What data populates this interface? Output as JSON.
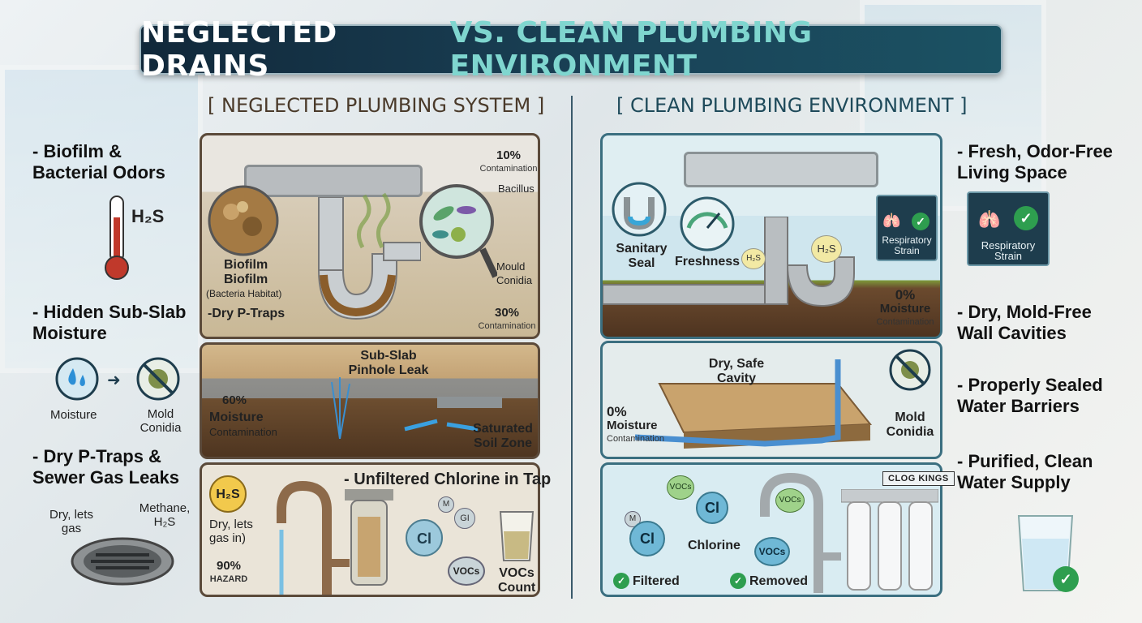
{
  "title": {
    "part1": "NEGLECTED DRAINS",
    "part2": "VS. CLEAN PLUMBING ENVIRONMENT"
  },
  "left": {
    "header": "[ NEGLECTED PLUMBING SYSTEM ]",
    "side": {
      "item1": "- Biofilm & Bacterial Odors",
      "h2s": "H₂S",
      "item2": "- Hidden Sub-Slab Moisture",
      "moisture": "Moisture",
      "mold": "Mold Conidia",
      "item3": "- Dry P-Traps & Sewer Gas Leaks",
      "dry": "Dry, lets gas",
      "methane": "Methane, H₂S"
    },
    "panel1": {
      "dial_top_value": "10%",
      "dial_top_label": "Contamination",
      "bacillus": "Bacillus",
      "biofilm1": "Biofilm",
      "biofilm2": "Biofilm",
      "habitat": "(Bacteria Habitat)",
      "dry_ptraps": "-Dry P-Traps",
      "mould": "Mould Conidia",
      "dial_bottom_value": "30%",
      "dial_bottom_label": "Contamination"
    },
    "panel2": {
      "leak": "Sub-Slab Pinhole Leak",
      "dial_value": "60%",
      "moisture": "Moisture",
      "contamination": "Contamination",
      "soil": "Saturated Soil Zone"
    },
    "panel3": {
      "header": "- Unfiltered Chlorine in Tap",
      "h2s": "H₂S",
      "dry": "Dry, lets gas in)",
      "cl": "Cl",
      "gi": "GI",
      "m": "M",
      "vocs": "VOCs",
      "vocs_count": "VOCs Count",
      "hazard_value": "90%",
      "hazard_label": "HAZARD"
    }
  },
  "right": {
    "header": "[ CLEAN PLUMBING ENVIRONMENT ]",
    "side": {
      "item1": "- Fresh, Odor-Free Living Space",
      "resp": "Respiratory Strain",
      "item2": "- Dry, Mold-Free Wall Cavities",
      "item3": "- Properly Sealed Water Barriers",
      "item4": "- Purified, Clean Water Supply"
    },
    "panel1": {
      "sanitary": "Sanitary Seal",
      "freshness": "Freshness",
      "h2s_small": "H₂S",
      "h2s": "H₂S",
      "resp": "Respiratory Strain",
      "moisture_value": "0%",
      "moisture": "Moisture",
      "contamination": "Contamination"
    },
    "panel2": {
      "cavity": "Dry, Safe Cavity",
      "moisture_value": "0%",
      "moisture": "Moisture",
      "contamination": "Contamination",
      "mold": "Mold Conidia"
    },
    "panel3": {
      "vocs1": "VOCs",
      "cl1": "Cl",
      "m": "M",
      "cl2": "Cl",
      "chlorine": "Chlorine",
      "vocs2": "VOCs",
      "vocs3": "VOCs",
      "filtered": "Filtered",
      "removed": "Removed",
      "brand": "CLOG KINGS"
    }
  },
  "colors": {
    "title_bg": "#11283a",
    "title_accent": "#7fd6cf",
    "left_header": "#4a3a2a",
    "right_header": "#1e4a5a",
    "check": "#2e9e4f"
  }
}
